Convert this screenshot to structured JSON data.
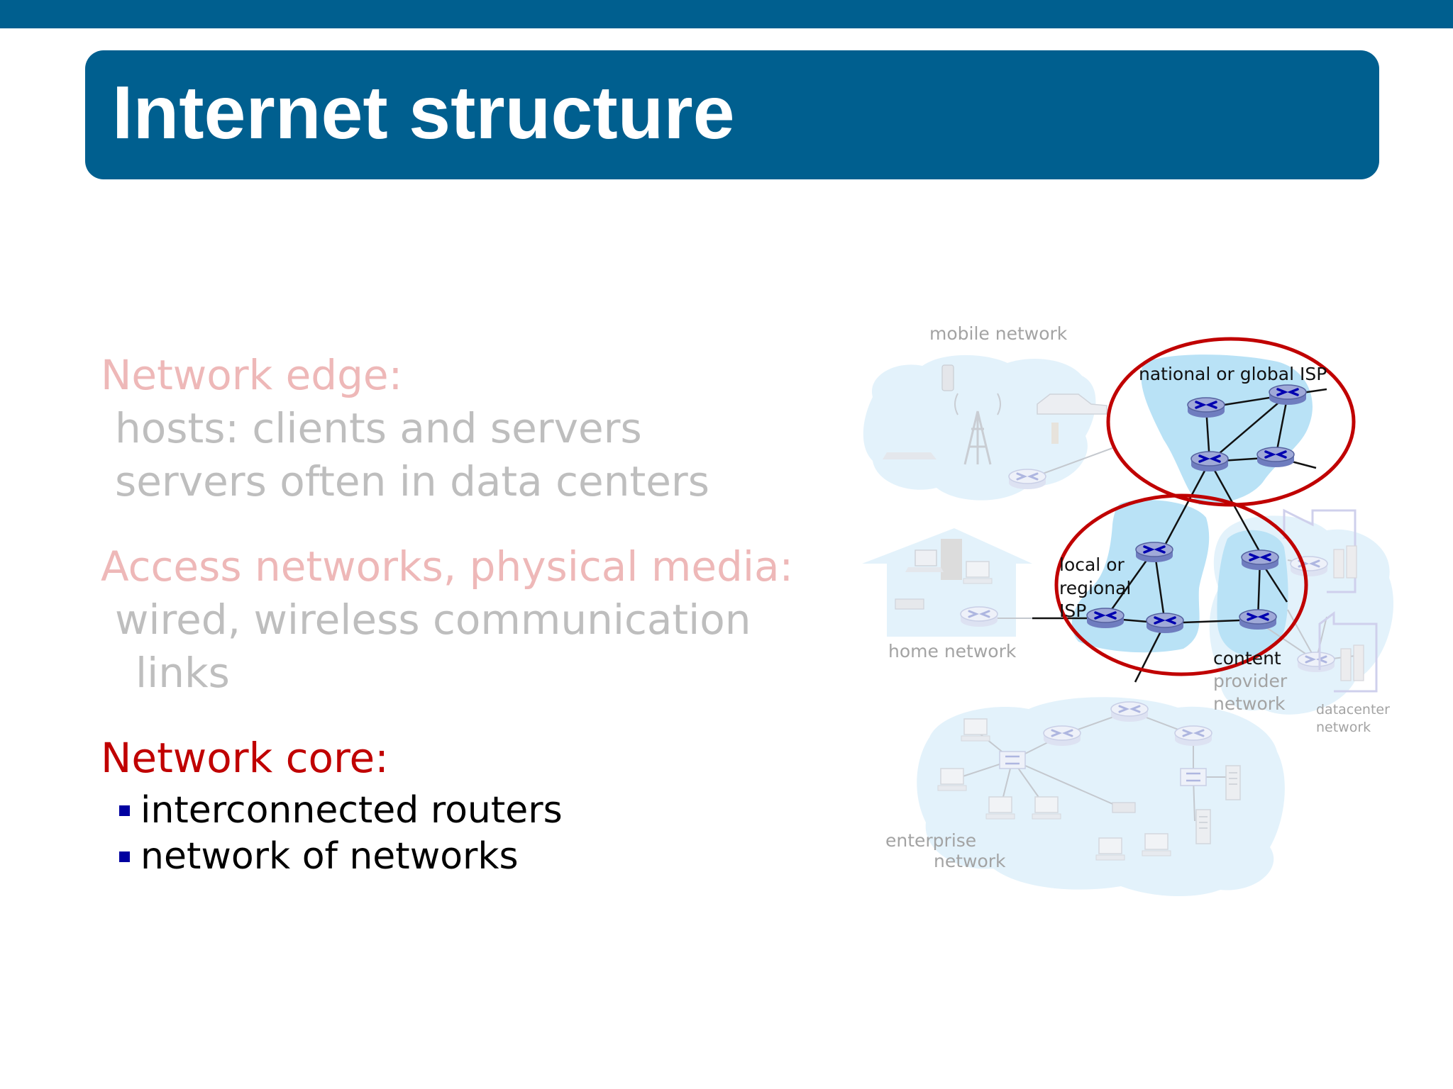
{
  "slide": {
    "title": "Internet structure",
    "sections": [
      {
        "heading": "Network edge:",
        "lines": [
          "hosts: clients and servers",
          "servers often in data centers"
        ]
      },
      {
        "heading": "Access networks, physical media:",
        "lines": [
          "wired, wireless communication",
          "links"
        ]
      },
      {
        "heading": "Network core:",
        "bullets": [
          "interconnected routers",
          "network of networks"
        ]
      }
    ]
  },
  "diagram": {
    "labels": {
      "mobile": "mobile network",
      "global_isp": "national or global ISP",
      "local_isp": [
        "local or",
        "regional",
        "ISP"
      ],
      "home": "home network",
      "content": [
        "content",
        "provider",
        "network"
      ],
      "datacenter": [
        "datacenter",
        "network"
      ],
      "enterprise": [
        "enterprise",
        "network"
      ]
    }
  },
  "colors": {
    "brand_blue": "#005f8f",
    "core_red": "#c00000",
    "faded_red": "#eeb8b8",
    "faded_gray": "#bebebe",
    "bullet_blue": "#0000a0",
    "cloud_light": "#e3f2fb",
    "cloud_core": "#b9e2f6",
    "router_top": "#9fa9d8",
    "router_side": "#6f7dbf"
  }
}
